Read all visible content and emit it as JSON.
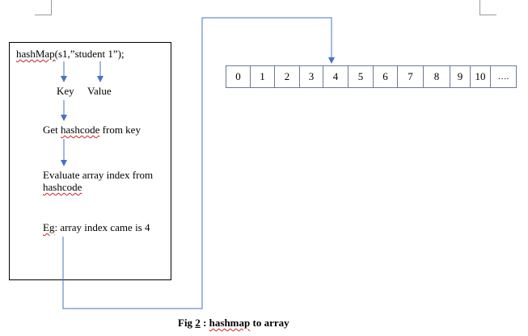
{
  "diagram": {
    "code_line_pre": "hashMap",
    "code_line_post": "(s1,”student 1”);",
    "stray_mark": "`",
    "key_label": "Key",
    "value_label": "Value",
    "step_hashcode_pre": "Get ",
    "step_hashcode_word": "hashcode",
    "step_hashcode_post": " from key",
    "step_index_line1": "Evaluate array index from",
    "step_index_line2": "hashcode",
    "example_pre": "Eg",
    "example_post": ": array index came is 4",
    "array_cells": [
      "0",
      "1",
      "2",
      "3",
      "4",
      "5",
      "6",
      "7",
      "8",
      "9",
      "10",
      "…."
    ],
    "caption_pre": "Fig ",
    "caption_num": "2",
    "caption_mid": " : ",
    "caption_word": "hashmap",
    "caption_post": " to array",
    "colors": {
      "arrow": "#4472c4",
      "box_border": "#000000",
      "array_border": "#6c7a96",
      "spellcheck": "#d22020",
      "corner_marks": "#999999"
    }
  }
}
